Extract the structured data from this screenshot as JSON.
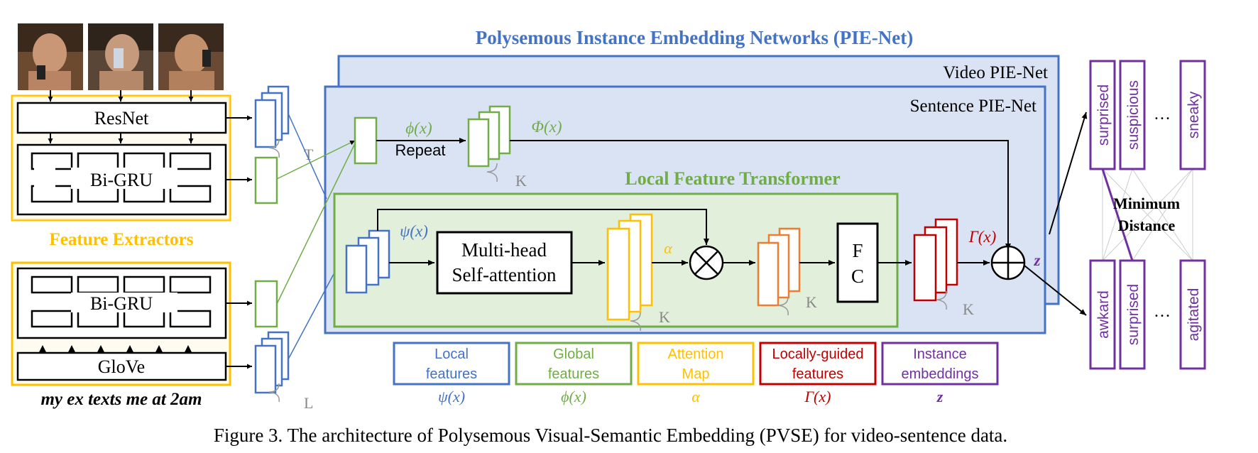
{
  "title": "Polysemous Instance Embedding Networks (PIE-Net)",
  "video_pienet": "Video PIE-Net",
  "sentence_pienet": "Sentence PIE-Net",
  "lft_title": "Local Feature Transformer",
  "feature_extractors": "Feature Extractors",
  "resnet": "ResNet",
  "bigru": "Bi-GRU",
  "glove": "GloVe",
  "sentence": "my ex texts me at 2am",
  "stack_labels": {
    "T": "T",
    "L": "L",
    "K": "K"
  },
  "phi": "ϕ(x)",
  "repeat": "Repeat",
  "Phi": "Φ(x)",
  "psi": "ψ(x)",
  "alpha": "α",
  "Gamma": "Γ(x)",
  "z": "z",
  "mhsa_line1": "Multi-head",
  "mhsa_line2": "Self-attention",
  "fc_line1": "F",
  "fc_line2": "C",
  "min_distance_line1": "Minimum",
  "min_distance_line2": "Distance",
  "video_embeddings": [
    "surprised",
    "suspicious",
    "sneaky"
  ],
  "sentence_embeddings": [
    "awkard",
    "surprised",
    "agitated"
  ],
  "ellipsis": "…",
  "legend": [
    {
      "line1": "Local",
      "line2": "features",
      "symbol": "ψ(x)",
      "color": "#4472c4"
    },
    {
      "line1": "Global",
      "line2": "features",
      "symbol": "ϕ(x)",
      "color": "#70ad47"
    },
    {
      "line1": "Attention",
      "line2": "Map",
      "symbol": "α",
      "color": "#ffc000"
    },
    {
      "line1": "Locally-guided",
      "line2": "features",
      "symbol": "Γ(x)",
      "color": "#c00000"
    },
    {
      "line1": "Instance",
      "line2": "embeddings",
      "symbol": "z",
      "color": "#7030a0"
    }
  ],
  "caption": "Figure 3. The architecture of Polysemous Visual-Semantic Embedding (PVSE) for video-sentence data.",
  "colors": {
    "blue": "#4472c4",
    "green": "#70ad47",
    "yellow": "#ffc000",
    "orange": "#ed7d31",
    "red": "#c00000",
    "purple": "#7030a0",
    "panel_blue": "#dae3f3",
    "panel_green": "#e2efda"
  }
}
